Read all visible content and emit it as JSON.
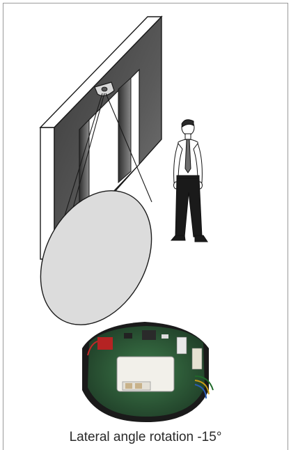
{
  "caption": "Lateral angle rotation -15°",
  "colors": {
    "wall_dark": "#4a4a4a",
    "wall_light": "#ffffff",
    "floor_ellipse": "#dcdcdc",
    "person_shirt": "#ffffff",
    "person_pants": "#1a1a1a",
    "tie": "#6d6d6d",
    "pcb_green": "#2e5d3a",
    "module_white": "#f2f0ea"
  },
  "icons": [
    "door-frame",
    "ceiling-sensor",
    "detection-cone",
    "detection-area",
    "standing-person",
    "sensor-circuit-board"
  ]
}
